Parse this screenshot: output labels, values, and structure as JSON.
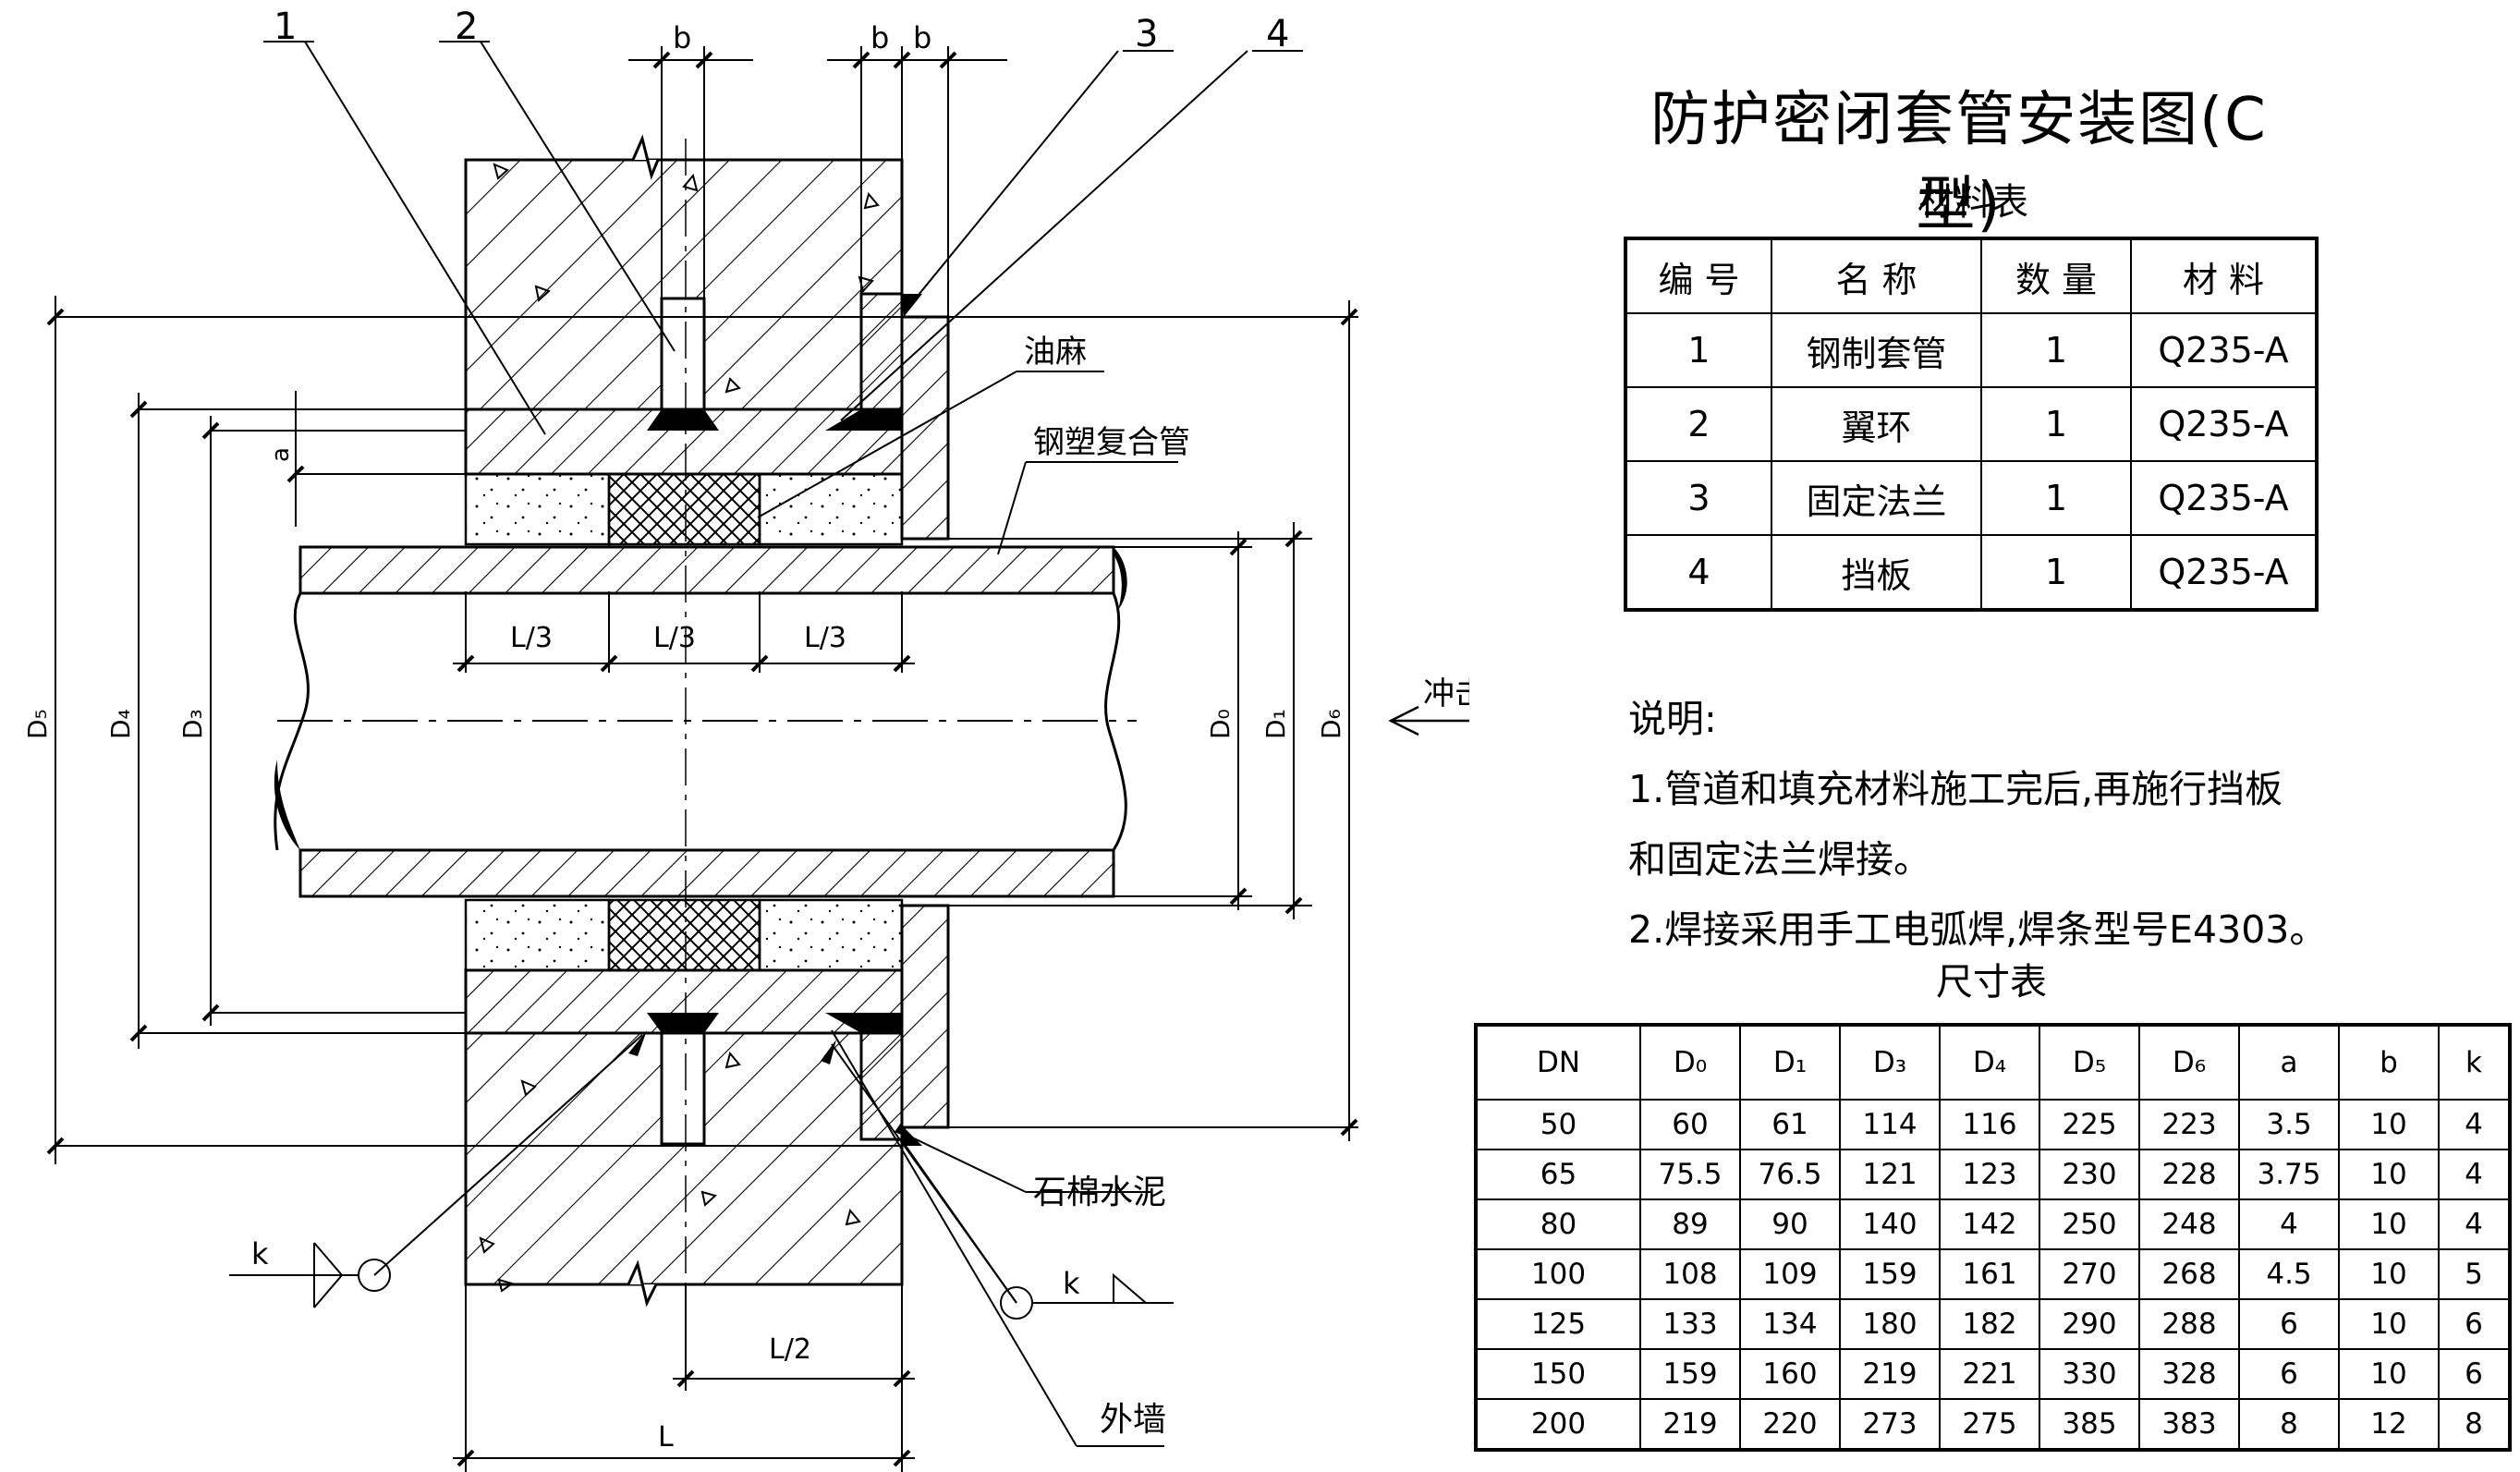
{
  "title": "防护密闭套管安装图(C型)",
  "material_table": {
    "caption": "材料表",
    "headers": [
      "编  号",
      "名  称",
      "数  量",
      "材  料"
    ],
    "rows": [
      [
        "1",
        "钢制套管",
        "1",
        "Q235-A"
      ],
      [
        "2",
        "翼环",
        "1",
        "Q235-A"
      ],
      [
        "3",
        "固定法兰",
        "1",
        "Q235-A"
      ],
      [
        "4",
        "挡板",
        "1",
        "Q235-A"
      ]
    ]
  },
  "notes": {
    "heading": "说明:",
    "lines": [
      "1.管道和填充材料施工完后,再施行挡板",
      "和固定法兰焊接。",
      "2.焊接采用手工电弧焊,焊条型号E4303。"
    ]
  },
  "dimension_table": {
    "caption": "尺寸表",
    "headers": [
      "DN",
      "D₀",
      "D₁",
      "D₃",
      "D₄",
      "D₅",
      "D₆",
      "a",
      "b",
      "k"
    ],
    "rows": [
      [
        "50",
        "60",
        "61",
        "114",
        "116",
        "225",
        "223",
        "3.5",
        "10",
        "4"
      ],
      [
        "65",
        "75.5",
        "76.5",
        "121",
        "123",
        "230",
        "228",
        "3.75",
        "10",
        "4"
      ],
      [
        "80",
        "89",
        "90",
        "140",
        "142",
        "250",
        "248",
        "4",
        "10",
        "4"
      ],
      [
        "100",
        "108",
        "109",
        "159",
        "161",
        "270",
        "268",
        "4.5",
        "10",
        "5"
      ],
      [
        "125",
        "133",
        "134",
        "180",
        "182",
        "290",
        "288",
        "6",
        "10",
        "6"
      ],
      [
        "150",
        "159",
        "160",
        "219",
        "221",
        "330",
        "328",
        "6",
        "10",
        "6"
      ],
      [
        "200",
        "219",
        "220",
        "273",
        "275",
        "385",
        "383",
        "8",
        "12",
        "8"
      ]
    ]
  },
  "drawing_labels": {
    "part1": "1",
    "part2": "2",
    "part3": "3",
    "part4": "4",
    "b": "b",
    "oakum": "油麻",
    "steel_plastic_pipe": "钢塑复合管",
    "shock_wave": "冲击波",
    "asbestos_cement": "石棉水泥",
    "outer_wall": "外墙",
    "a": "a",
    "L3": "L/3",
    "L2": "L/2",
    "L": "L",
    "k": "k",
    "D0": "D₀",
    "D1": "D₁",
    "D3": "D₃",
    "D4": "D₄",
    "D5": "D₅",
    "D6": "D₆"
  }
}
